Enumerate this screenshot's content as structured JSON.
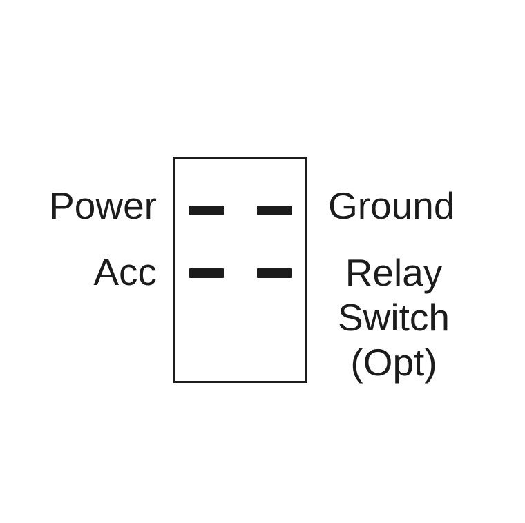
{
  "colors": {
    "background": "#ffffff",
    "ink": "#1c1c1c"
  },
  "labels": {
    "power": "Power",
    "acc": "Acc",
    "ground": "Ground",
    "relay_switch_lines": [
      "Relay",
      "Switch",
      "(Opt)"
    ]
  },
  "terminals": [
    {
      "name": "power-terminal",
      "row": "top",
      "column": "left"
    },
    {
      "name": "ground-terminal",
      "row": "top",
      "column": "right"
    },
    {
      "name": "acc-terminal",
      "row": "bottom",
      "column": "left"
    },
    {
      "name": "relay-terminal",
      "row": "bottom",
      "column": "right"
    }
  ]
}
